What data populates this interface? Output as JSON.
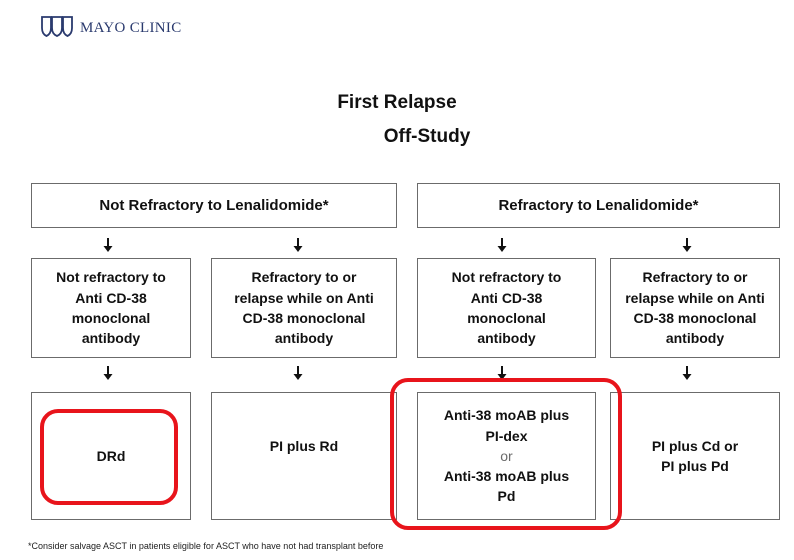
{
  "logo": {
    "text": "MAYO CLINIC",
    "icon": "mayo-shields-icon"
  },
  "title": {
    "line1": "First Relapse",
    "line2": "Off-Study"
  },
  "headers": {
    "left": "Not Refractory to Lenalidomide*",
    "right": "Refractory to Lenalidomide*"
  },
  "conditions": [
    {
      "lines": [
        "Not refractory to",
        "Anti CD-38",
        "monoclonal",
        "antibody"
      ]
    },
    {
      "lines": [
        "Refractory to or",
        "relapse while on  Anti",
        "CD-38 monoclonal",
        "antibody"
      ]
    },
    {
      "lines": [
        "Not refractory to",
        "Anti CD-38",
        "monoclonal",
        "antibody"
      ]
    },
    {
      "lines": [
        "Refractory to or",
        "relapse while on  Anti",
        "CD-38 monoclonal",
        "antibody"
      ]
    }
  ],
  "treatments": [
    {
      "lines": [
        "DRd"
      ]
    },
    {
      "lines": [
        "PI plus Rd"
      ]
    },
    {
      "line1": "Anti-38 moAB plus",
      "line2": "PI-dex",
      "or": "or",
      "line3": "Anti-38 moAB plus",
      "line4": "Pd"
    },
    {
      "lines": [
        "PI plus Cd or",
        "PI plus Pd"
      ]
    }
  ],
  "highlight_color": "#e8141b",
  "footnote": "*Consider salvage ASCT in patients eligible for ASCT who have not had transplant before"
}
